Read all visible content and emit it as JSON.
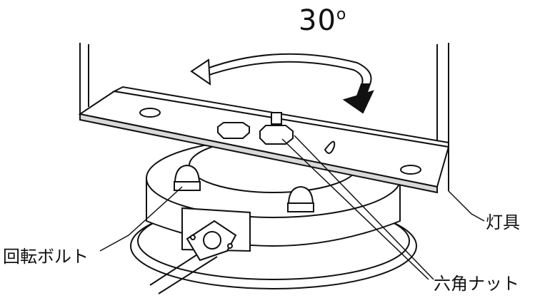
{
  "rotation_label": "30",
  "degree_symbol": "o",
  "labels": {
    "fixture": "灯具",
    "rotation_bolt": "回転ボルト",
    "hex_nut": "六角ナット"
  },
  "colors": {
    "line": "#111111",
    "fill_light": "#ffffff",
    "fill_shade": "#d9d9d9",
    "arrow": "#111111"
  }
}
